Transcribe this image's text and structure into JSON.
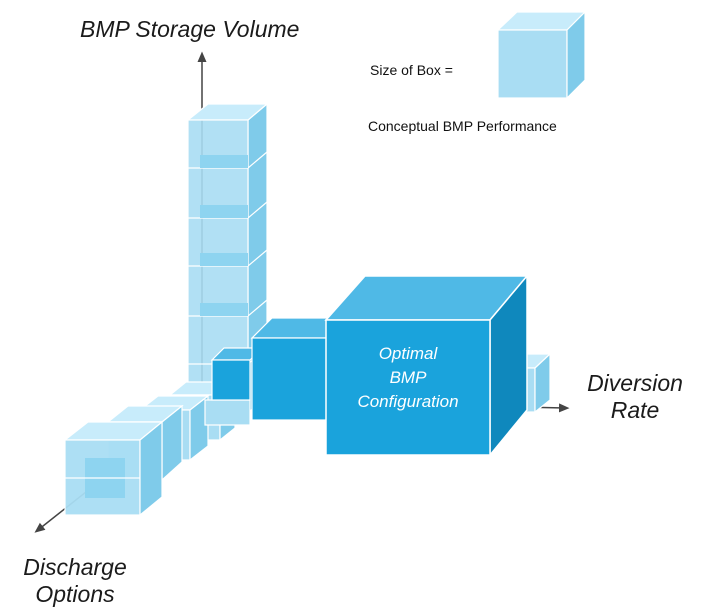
{
  "axes": {
    "vertical": "BMP Storage Volume",
    "horizontal": {
      "line1": "Diversion",
      "line2": "Rate"
    },
    "depth": {
      "line1": "Discharge",
      "line2": "Options"
    }
  },
  "legend": {
    "size_label": "Size of Box =",
    "caption": "Conceptual BMP Performance"
  },
  "optimal_box": {
    "line1": "Optimal",
    "line2": "BMP",
    "line3": "Configuration"
  },
  "colors": {
    "light_cube": "#a9ddf3",
    "dark_cube": "#1aa3dc",
    "axis": "#444444"
  }
}
